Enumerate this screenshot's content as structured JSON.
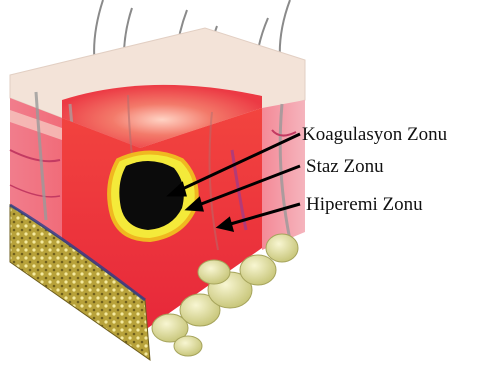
{
  "diagram": {
    "labels": [
      {
        "id": "koagulasyon",
        "text": "Koagulasyon Zonu"
      },
      {
        "id": "staz",
        "text": "Staz Zonu"
      },
      {
        "id": "hiperemi",
        "text": "Hiperemi Zonu"
      }
    ]
  },
  "colors": {
    "coagulation_core": "#0b0b0b",
    "stasis_ring": "#f4ea3a",
    "hyperemia": "#ee2a3c",
    "epidermis_top": "#f3e3d8",
    "fat_lobules": "#e8e6a8",
    "pointer": "#000000"
  }
}
